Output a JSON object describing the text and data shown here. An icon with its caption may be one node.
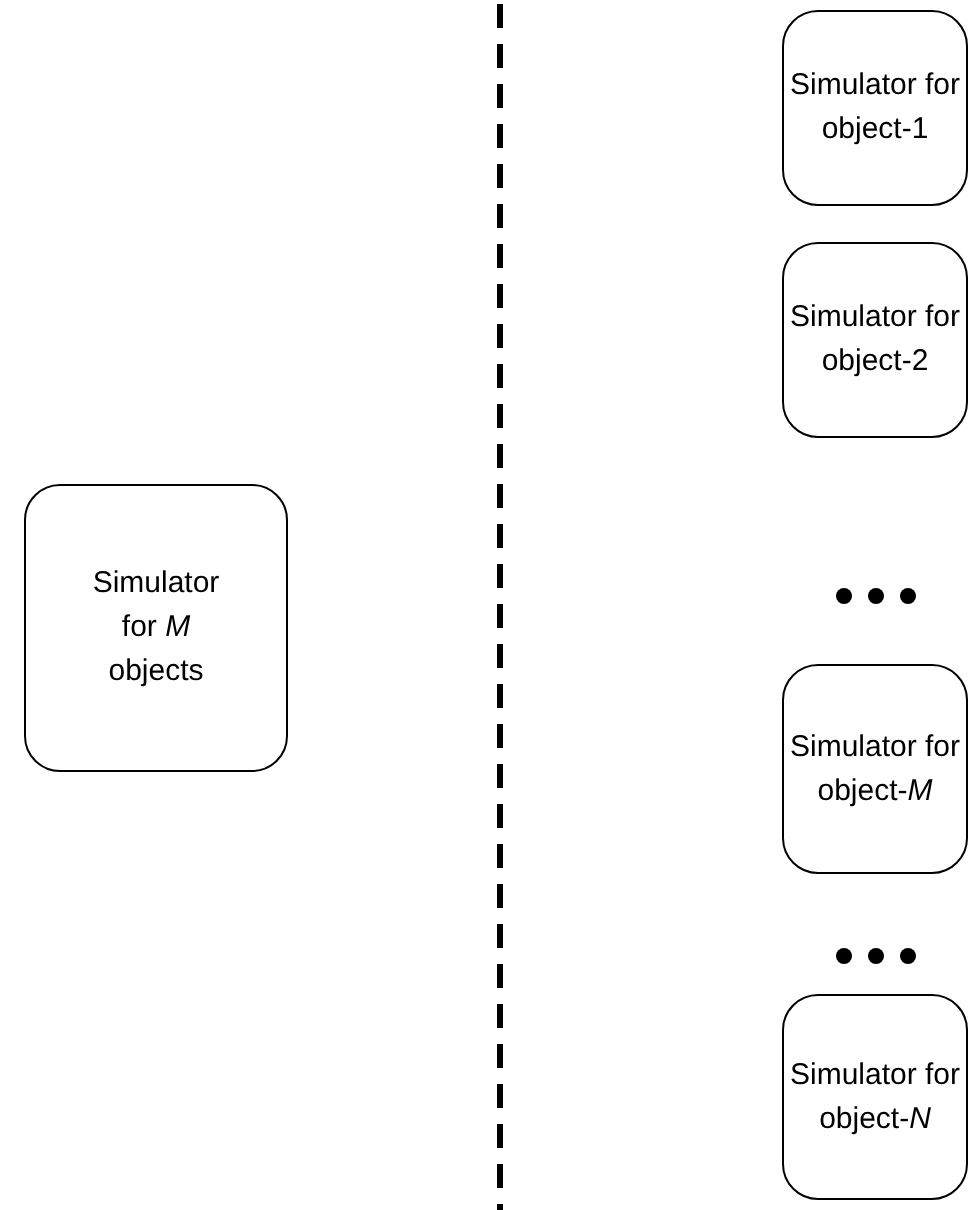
{
  "diagram": {
    "nodes": [
      {
        "text": [
          "Simulator for *M* objects"
        ]
      },
      {
        "text": [
          "Simulator for object-1"
        ]
      },
      {
        "text": [
          "Simulator for object-2"
        ]
      },
      {
        "text": [
          "Simulator for object-*M*"
        ]
      },
      {
        "text": [
          "Simulator for object-*N*"
        ]
      }
    ]
  }
}
